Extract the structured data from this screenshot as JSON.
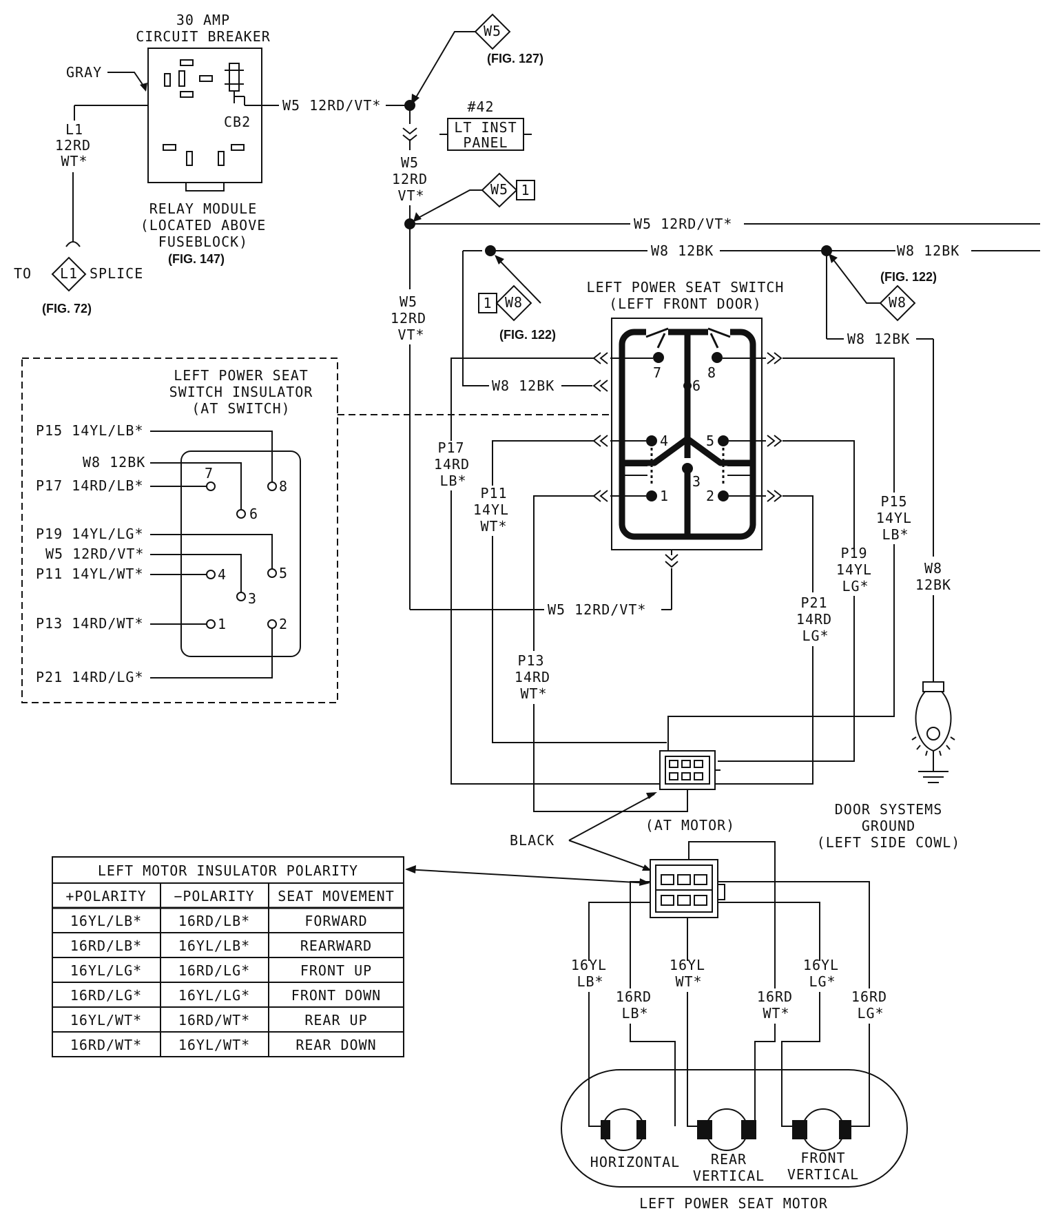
{
  "breaker": {
    "title1": "30 AMP",
    "title2": "CIRCUIT BREAKER",
    "gray": "GRAY",
    "cb": "CB2",
    "relay1": "RELAY MODULE",
    "relay2": "(LOCATED ABOVE",
    "relay3": "FUSEBLOCK)",
    "fig": "(FIG. 147)"
  },
  "l1": {
    "line1": "L1",
    "line2": "12RD",
    "line3": "WT*",
    "to": "TO",
    "diamond": "L1",
    "splice": "SPLICE",
    "fig": "(FIG. 72)"
  },
  "w5": {
    "top_wire": "W5 12RD/VT*",
    "diamond": "W5",
    "fig": "(FIG. 127)",
    "conn_num": "#42",
    "conn1": "LT INST",
    "conn2": "PANEL",
    "v1": "W5",
    "v2": "12RD",
    "v3": "VT*",
    "diamond2": "W5",
    "diamond2_num": "1",
    "right_wire": "W5 12RD/VT*",
    "bottom_wire": "W5 12RD/VT*"
  },
  "w8": {
    "wire": "W8 12BK",
    "wire_right": "W8 12BK",
    "fig_right": "(FIG. 122)",
    "diamond_right": "W8",
    "drop": "W8 12BK",
    "diamond_left": "W8",
    "diamond_left_num": "1",
    "fig_left": "(FIG. 122)",
    "to_switch": "W8 12BK",
    "vert1": "W8",
    "vert2": "12BK"
  },
  "switch": {
    "title1": "LEFT POWER SEAT SWITCH",
    "title2": "(LEFT FRONT DOOR)",
    "pins": [
      "7",
      "8",
      "6",
      "4",
      "5",
      "3",
      "1",
      "2"
    ]
  },
  "insulator": {
    "title1": "LEFT POWER SEAT",
    "title2": "SWITCH INSULATOR",
    "title3": "(AT SWITCH)",
    "rows": [
      {
        "label": "P15 14YL/LB*",
        "pin": "8"
      },
      {
        "label": "W8 12BK",
        "pin": "6"
      },
      {
        "label": "P17 14RD/LB*",
        "pin": "7"
      },
      {
        "label": "P19 14YL/LG*",
        "pin": "5"
      },
      {
        "label": "W5 12RD/VT*",
        "pin": "3"
      },
      {
        "label": "P11 14YL/WT*",
        "pin": "4"
      },
      {
        "label": "P13 14RD/WT*",
        "pin": "1"
      },
      {
        "label": "P21 14RD/LG*",
        "pin": "2"
      }
    ]
  },
  "wires": {
    "p17": [
      "P17",
      "14RD",
      "LB*"
    ],
    "p11": [
      "P11",
      "14YL",
      "WT*"
    ],
    "p13": [
      "P13",
      "14RD",
      "WT*"
    ],
    "p15": [
      "P15",
      "14YL",
      "LB*"
    ],
    "p19": [
      "P19",
      "14YL",
      "LG*"
    ],
    "p21": [
      "P21",
      "14RD",
      "LG*"
    ]
  },
  "motor_conn": {
    "at_motor": "(AT MOTOR)",
    "black": "BLACK"
  },
  "ground": {
    "line1": "DOOR SYSTEMS",
    "line2": "GROUND",
    "line3": "(LEFT SIDE COWL)"
  },
  "polarity_table": {
    "title": "LEFT MOTOR INSULATOR POLARITY",
    "headers": [
      "+POLARITY",
      "−POLARITY",
      "SEAT MOVEMENT"
    ],
    "rows": [
      [
        "16YL/LB*",
        "16RD/LB*",
        "FORWARD"
      ],
      [
        "16RD/LB*",
        "16YL/LB*",
        "REARWARD"
      ],
      [
        "16YL/LG*",
        "16RD/LG*",
        "FRONT UP"
      ],
      [
        "16RD/LG*",
        "16YL/LG*",
        "FRONT DOWN"
      ],
      [
        "16YL/WT*",
        "16RD/WT*",
        "REAR UP"
      ],
      [
        "16RD/WT*",
        "16YL/WT*",
        "REAR DOWN"
      ]
    ]
  },
  "motor_wires": {
    "a": [
      "16YL",
      "LB*"
    ],
    "b": [
      "16RD",
      "LB*"
    ],
    "c": [
      "16YL",
      "WT*"
    ],
    "d": [
      "16RD",
      "WT*"
    ],
    "e": [
      "16YL",
      "LG*"
    ],
    "f": [
      "16RD",
      "LG*"
    ]
  },
  "motors": {
    "horizontal": "HORIZONTAL",
    "rear1": "REAR",
    "rear2": "VERTICAL",
    "front1": "FRONT",
    "front2": "VERTICAL",
    "title": "LEFT POWER SEAT MOTOR"
  }
}
